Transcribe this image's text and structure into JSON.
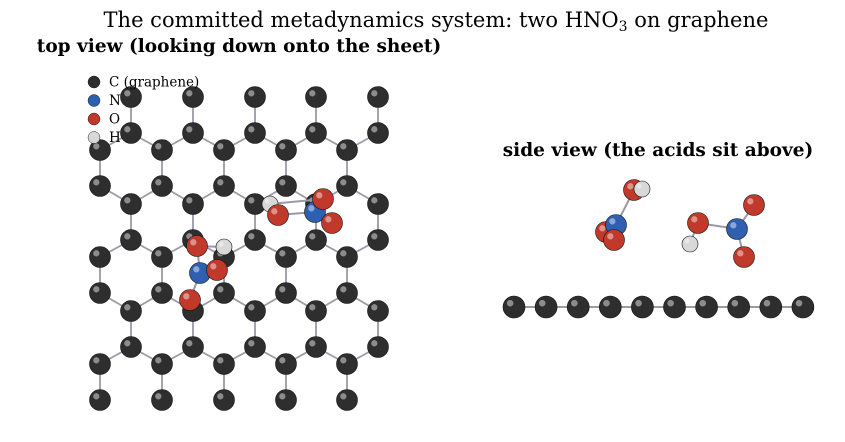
{
  "figure": {
    "title_main": "The committed metadynamics system: two HNO",
    "title_sub": "3",
    "title_tail": " on graphene",
    "top_view_title": "top view (looking down onto the sheet)",
    "side_view_title": "side view (the acids sit above)"
  },
  "legend": [
    {
      "label": "C (graphene)",
      "color": "#2e2e2e"
    },
    {
      "label": "N",
      "color": "#2f5fb0"
    },
    {
      "label": "O",
      "color": "#c0392b"
    },
    {
      "label": "H",
      "color": "#d8d8d8"
    }
  ],
  "colors": {
    "C": "#2e2e2e",
    "N": "#2f5fb0",
    "O": "#c0392b",
    "H": "#d8d8d8",
    "bond": "#9a9aa8"
  }
}
